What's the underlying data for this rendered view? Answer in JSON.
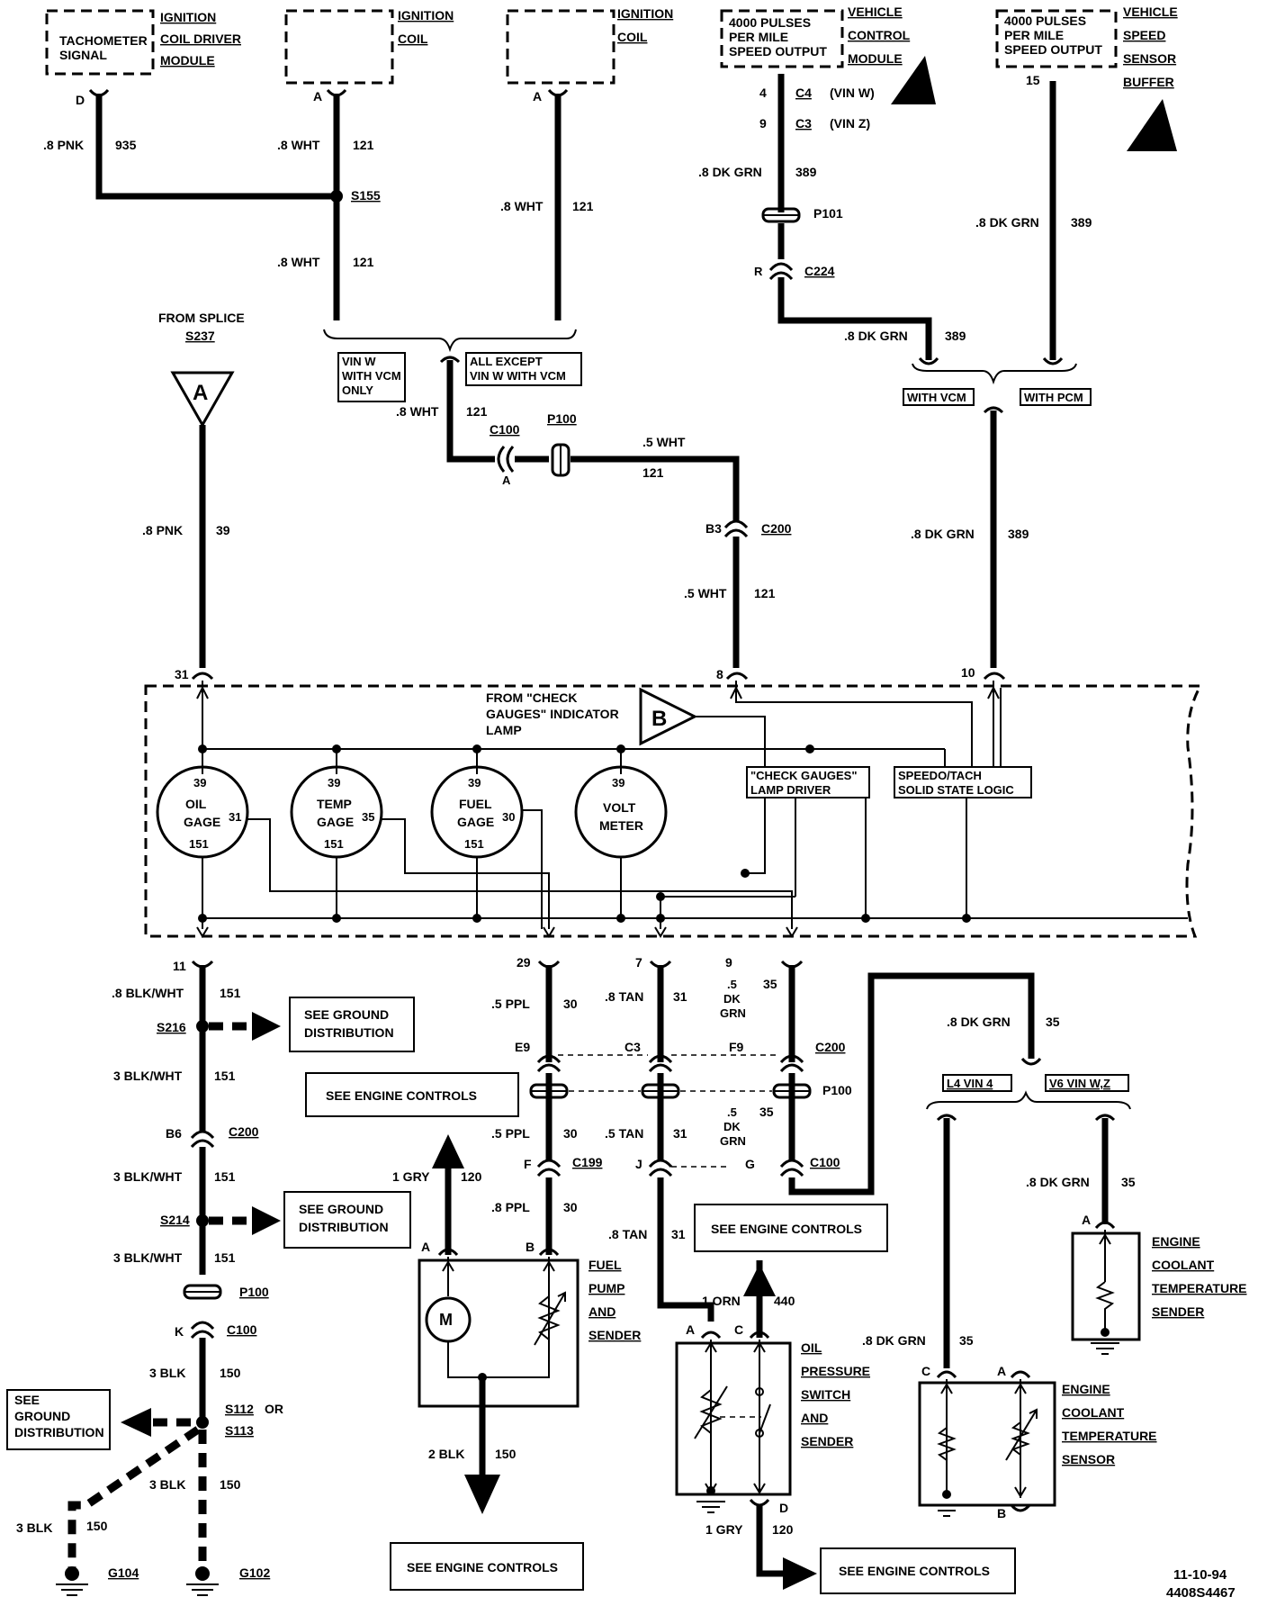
{
  "modules": {
    "tach": {
      "box": "TACHOMETER\nSIGNAL",
      "side": [
        "IGNITION",
        "COIL DRIVER",
        "MODULE"
      ],
      "pin": "D"
    },
    "coil1": {
      "side": [
        "IGNITION",
        "COIL"
      ],
      "pin": "A"
    },
    "coil2": {
      "side": [
        "IGNITION",
        "COIL"
      ],
      "pin": "A"
    },
    "vcm": {
      "box": "4000 PULSES\nPER MILE\nSPEED OUTPUT",
      "side": [
        "VEHICLE",
        "CONTROL",
        "MODULE"
      ]
    },
    "vss": {
      "box": "4000 PULSES\nPER MILE\nSPEED OUTPUT",
      "side": [
        "VEHICLE",
        "SPEED",
        "SENSOR",
        "BUFFER"
      ],
      "pin": "15"
    }
  },
  "wires": {
    "pnk935": ".8 PNK",
    "c935": "935",
    "wht1": ".8 WHT",
    "c121a": "121",
    "wht2": ".8 WHT",
    "c121b": "121",
    "wht3": ".8 WHT",
    "c121c": "121",
    "s155": "S155",
    "vcm_pin4": "4",
    "vcm_c4": "C4",
    "vcm_vinw": "(VIN W)",
    "vcm_pin9": "9",
    "vcm_c3": "C3",
    "vcm_vinz": "(VIN Z)",
    "dkgrn1": ".8 DK GRN",
    "c389a": "389",
    "p101": "P101",
    "pinR": "R",
    "c224": "C224",
    "dkgrn2": ".8 DK GRN",
    "c389b": "389",
    "dkgrn3": ".8 DK GRN",
    "c389c": "389",
    "from_splice": "FROM SPLICE",
    "s237": "S237",
    "tri_a": "A",
    "opt_vinw": "VIN W\nWITH VCM\nONLY",
    "opt_allexcept": "ALL EXCEPT\nVIN W WITH VCM",
    "wht4": ".8 WHT",
    "c121d": "121",
    "c100": "C100",
    "pinA": "A",
    "p100": "P100",
    "wht5": ".5 WHT",
    "c121e": "121",
    "opt_withvcm": "WITH VCM",
    "opt_withpcm": "WITH PCM",
    "pnk39": ".8 PNK",
    "c39": "39",
    "b3": "B3",
    "c200": "C200",
    "wht6": ".5 WHT",
    "c121f": "121",
    "dkgrn4": ".8 DK GRN",
    "c389d": "389"
  },
  "cluster": {
    "pin31": "31",
    "pin8": "8",
    "pin10": "10",
    "from_check": "FROM \"CHECK\nGAUGES\" INDICATOR\nLAMP",
    "tri_b": "B",
    "check_driver": "\"CHECK GAUGES\"\nLAMP DRIVER",
    "speedo_logic": "SPEEDO/TACH\nSOLID STATE LOGIC",
    "oil": {
      "top": "39",
      "name": "OIL\nGAGE",
      "right": "31",
      "bottom": "151"
    },
    "temp": {
      "top": "39",
      "name": "TEMP\nGAGE",
      "right": "35",
      "bottom": "151"
    },
    "fuel": {
      "top": "39",
      "name": "FUEL\nGAGE",
      "right": "30",
      "bottom": "151"
    },
    "volt": {
      "top": "39",
      "name": "VOLT\nMETER"
    },
    "pin11": "11",
    "pin29": "29",
    "pin7": "7",
    "pin9": "9"
  },
  "lower": {
    "blkwht1": ".8 BLK/WHT",
    "c151a": "151",
    "s216": "S216",
    "see_ground1": "SEE GROUND\nDISTRIBUTION",
    "blkwht2": "3 BLK/WHT",
    "c151b": "151",
    "b6": "B6",
    "c200": "C200",
    "blkwht3": "3 BLK/WHT",
    "c151c": "151",
    "s214": "S214",
    "see_ground2": "SEE GROUND\nDISTRIBUTION",
    "blkwht4": "3 BLK/WHT",
    "c151d": "151",
    "p100": "P100",
    "pinK": "K",
    "c100": "C100",
    "blk1": "3 BLK",
    "c150a": "150",
    "s112": "S112",
    "or": "OR",
    "s113": "S113",
    "see_ground3": "SEE\nGROUND\nDISTRIBUTION",
    "blk2": "3 BLK",
    "c150b": "150",
    "blk3": "3 BLK",
    "c150c": "150",
    "g104": "G104",
    "g102": "G102",
    "ppl1": ".5 PPL",
    "c30a": "30",
    "tan1": ".8 TAN",
    "c31a": "31",
    "dkgrn_a": ".5\nDK\nGRN",
    "c35a": "35",
    "pinE9": "E9",
    "pinC3": "C3",
    "pinF9": "F9",
    "c200b": "C200",
    "p100b": "P100",
    "see_engine1": "SEE ENGINE CONTROLS",
    "dkgrn_b": ".5\nDK\nGRN",
    "c35b": "35",
    "ppl2": ".5 PPL",
    "c30b": "30",
    "tan2": ".5 TAN",
    "c31b": "31",
    "pinF": "F",
    "c199": "C199",
    "pinJ": "J",
    "pinG": "G",
    "c100b": "C100",
    "gry1": "1 GRY",
    "c120a": "120",
    "ppl3": ".8 PPL",
    "c30c": "30",
    "tan3": ".8 TAN",
    "c31c": "31",
    "see_engine2": "SEE ENGINE CONTROLS",
    "fuel_a": "A",
    "fuel_b": "B",
    "motor": "M",
    "fuel_label": [
      "FUEL",
      "PUMP",
      "AND",
      "SENDER"
    ],
    "blk150": "2 BLK",
    "c150d": "150",
    "see_engine3": "SEE ENGINE CONTROLS",
    "orn": "1 ORN",
    "c440": "440",
    "oil_a": "A",
    "oil_c": "C",
    "oil_d": "D",
    "oil_label": [
      "OIL",
      "PRESSURE",
      "SWITCH",
      "AND",
      "SENDER"
    ],
    "gry2": "1 GRY",
    "c120b": "120",
    "see_engine4": "SEE ENGINE CONTROLS",
    "dkgrn_c": ".8 DK GRN",
    "c35c": "35",
    "opt_l4": "L4 VIN 4",
    "opt_v6": "V6 VIN W,Z",
    "dkgrn_d": ".8 DK GRN",
    "c35d": "35",
    "dkgrn_e": ".8 DK GRN",
    "c35e": "35",
    "ect_sender_a": "A",
    "ect_sender_label": [
      "ENGINE",
      "COOLANT",
      "TEMPERATURE",
      "SENDER"
    ],
    "ect_c": "C",
    "ect_a": "A",
    "ect_b": "B",
    "ect_sensor_label": [
      "ENGINE",
      "COOLANT",
      "TEMPERATURE",
      "SENSOR"
    ],
    "date": "11-10-94",
    "code": "4408S4467"
  }
}
